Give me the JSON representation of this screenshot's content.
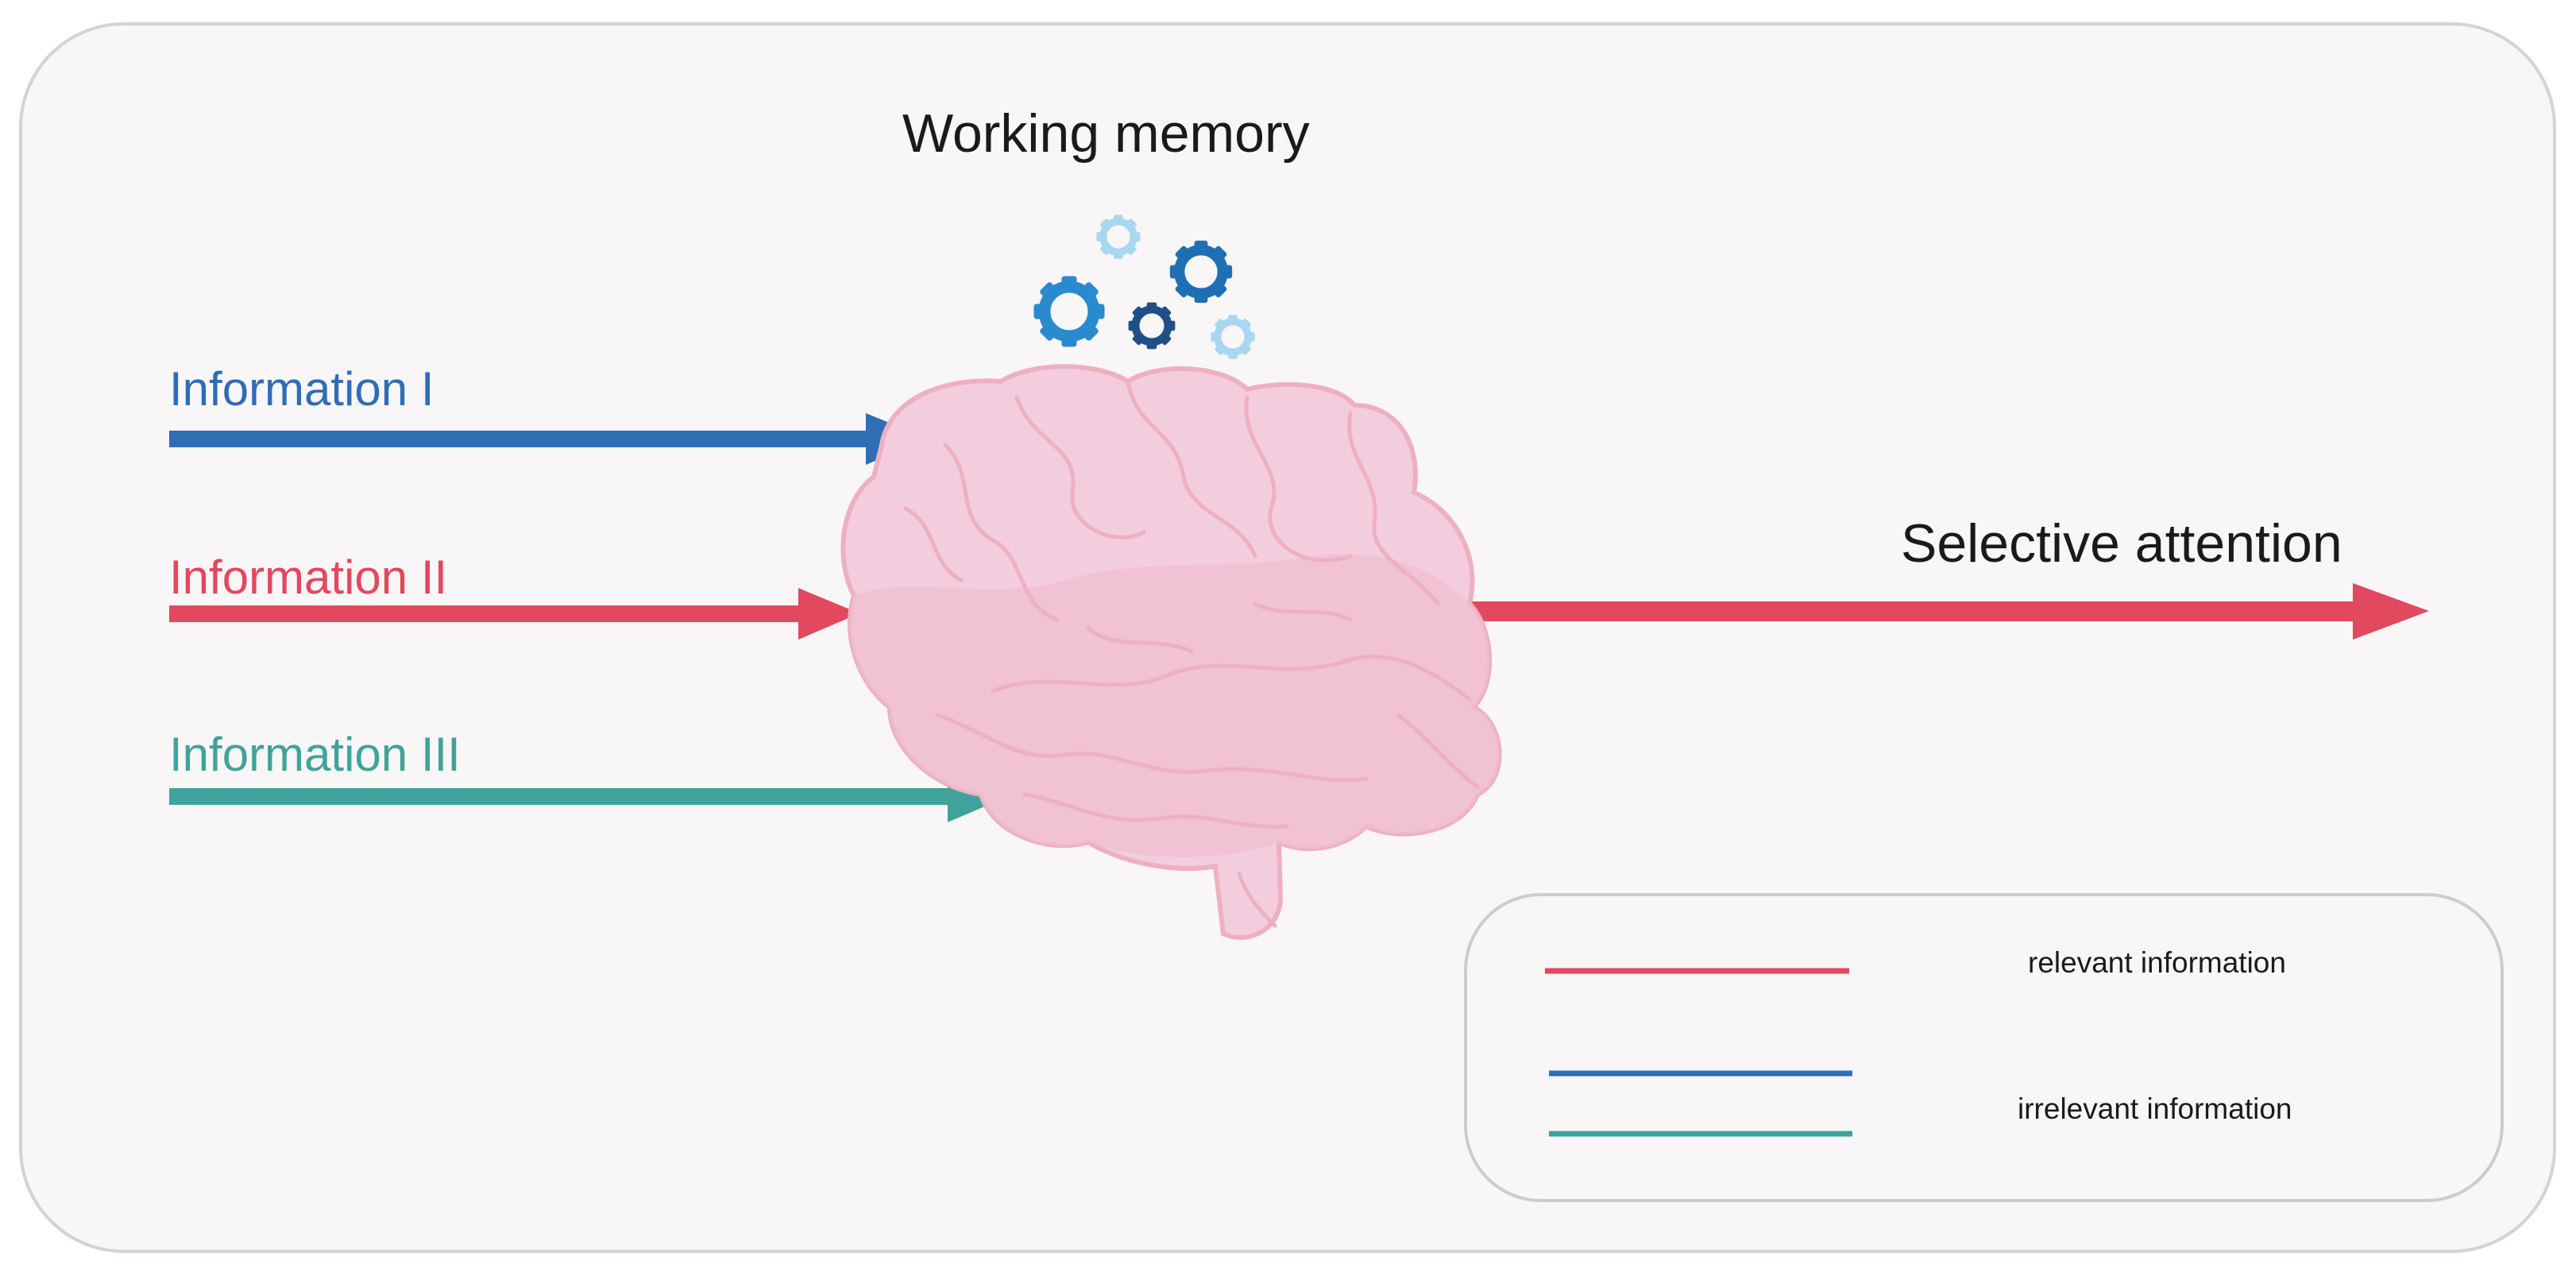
{
  "title": "Working memory",
  "output_label": "Selective attention",
  "inputs": [
    {
      "label": "Information I",
      "color": "#2f6db5"
    },
    {
      "label": "Information II",
      "color": "#e2485e"
    },
    {
      "label": "Information III",
      "color": "#3fa39b"
    }
  ],
  "output_color": "#e2485e",
  "legend": {
    "items": [
      {
        "label": "relevant information",
        "colors": [
          "#e2485e"
        ]
      },
      {
        "label": "irrelevant information",
        "colors": [
          "#2f6db5",
          "#3fa39b"
        ]
      }
    ]
  },
  "icons": [
    "brain-icon",
    "gear-icon"
  ]
}
